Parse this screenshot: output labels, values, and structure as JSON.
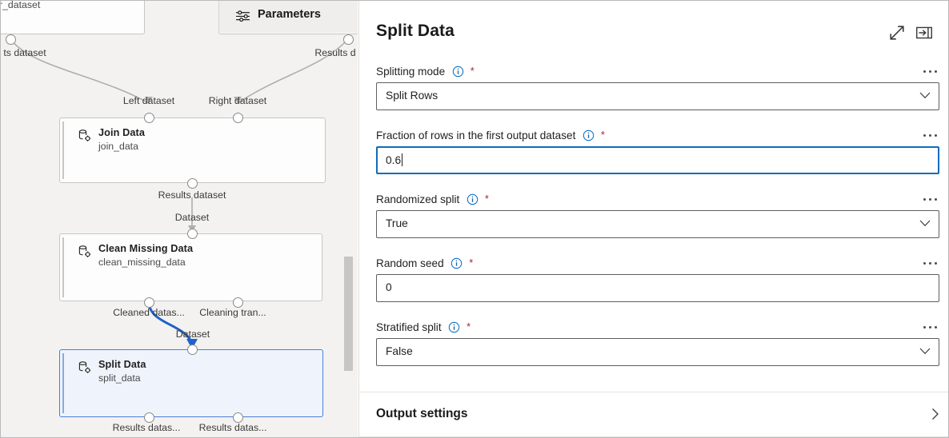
{
  "canvas": {
    "parameters_tab": {
      "label": "Parameters",
      "icon": "sliders-icon"
    },
    "clipped_nodes": [
      {
        "sub": "r_dataset",
        "port_label": "ts dataset"
      },
      {
        "port_label": "Results d"
      }
    ],
    "edge_labels": [
      "Left dataset",
      "Right dataset",
      "Dataset",
      "Dataset"
    ],
    "nodes": [
      {
        "title": "Join Data",
        "sub": "join_data",
        "icon": "database-gear-icon",
        "selected": false,
        "output_ports": [
          "Results dataset"
        ]
      },
      {
        "title": "Clean Missing Data",
        "sub": "clean_missing_data",
        "icon": "database-gear-icon",
        "selected": false,
        "output_ports": [
          "Cleaned datas...",
          "Cleaning tran..."
        ]
      },
      {
        "title": "Split Data",
        "sub": "split_data",
        "icon": "database-gear-icon",
        "selected": true,
        "output_ports": [
          "Results datas...",
          "Results datas..."
        ]
      }
    ],
    "selection_color": "#4a7fd4",
    "active_edge_color": "#1f62c9",
    "scrollbar": {
      "name": "canvas-vertical-scrollbar"
    }
  },
  "panel": {
    "title": "Split Data",
    "expand_icon": "expand-diagonal-icon",
    "collapse_icon": "collapse-panel-icon",
    "more_label": "...",
    "info_icon": "info-icon",
    "required_marker": "*",
    "fields": [
      {
        "label": "Splitting mode",
        "value": "Split Rows",
        "type": "dropdown",
        "required": true,
        "focused": false,
        "name": "splitting-mode"
      },
      {
        "label": "Fraction of rows in the first output dataset",
        "value": "0.6",
        "type": "text",
        "required": true,
        "focused": true,
        "name": "fraction-of-rows"
      },
      {
        "label": "Randomized split",
        "value": "True",
        "type": "dropdown",
        "required": true,
        "focused": false,
        "name": "randomized-split"
      },
      {
        "label": "Random seed",
        "value": "0",
        "type": "text",
        "required": true,
        "focused": false,
        "name": "random-seed"
      },
      {
        "label": "Stratified split",
        "value": "False",
        "type": "dropdown",
        "required": true,
        "focused": false,
        "name": "stratified-split"
      }
    ],
    "output_settings": {
      "label": "Output settings",
      "chevron": "chevron-right-icon"
    },
    "accent_color": "#0f6cbd",
    "required_color": "#a4262c"
  }
}
